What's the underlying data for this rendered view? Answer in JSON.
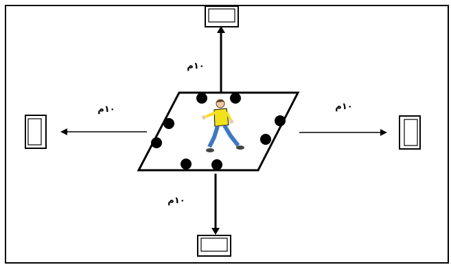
{
  "diagram": {
    "title": "",
    "distance_labels": {
      "top": "١٠م",
      "left": "١٠م",
      "right": "١٠م",
      "bottom": "١٠م"
    },
    "colors": {
      "stroke": "#000000",
      "marker": "#000000",
      "background": "#ffffff",
      "shirt": "#f2e21a",
      "pants": "#3c78c8",
      "skin": "#f0c8a0"
    },
    "markers_count": 8,
    "targets": [
      "top-target",
      "left-target",
      "right-target",
      "bottom-target"
    ]
  }
}
